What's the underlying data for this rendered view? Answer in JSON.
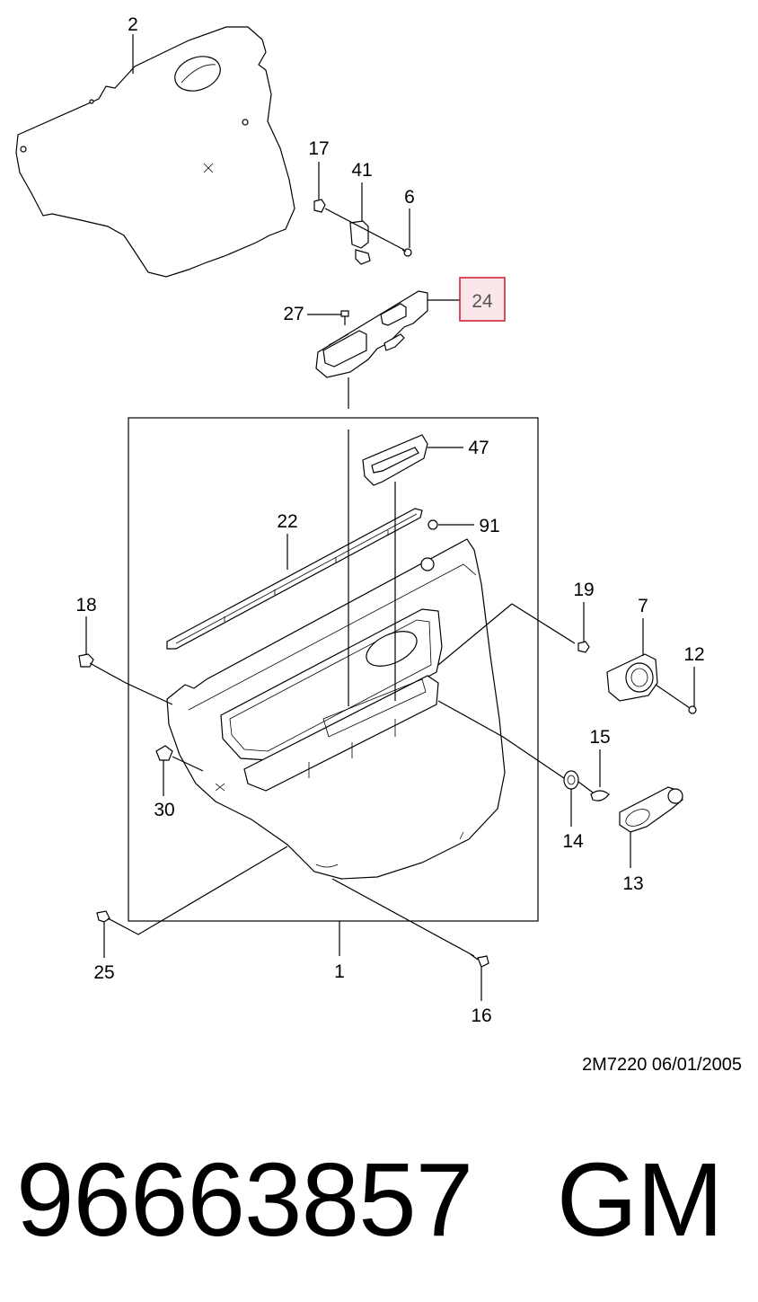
{
  "callouts": {
    "c2": "2",
    "c17": "17",
    "c41": "41",
    "c6": "6",
    "c27": "27",
    "c24": "24",
    "c47": "47",
    "c22": "22",
    "c91": "91",
    "c18": "18",
    "c19": "19",
    "c7": "7",
    "c12": "12",
    "c15": "15",
    "c30": "30",
    "c14": "14",
    "c13": "13",
    "c25": "25",
    "c1": "1",
    "c16": "16"
  },
  "highlighted_callout": "24",
  "highlight_color": "#d1243a",
  "diagram_ref": "2M7220  06/01/2005",
  "part_number": "96663857",
  "brand": "GM"
}
